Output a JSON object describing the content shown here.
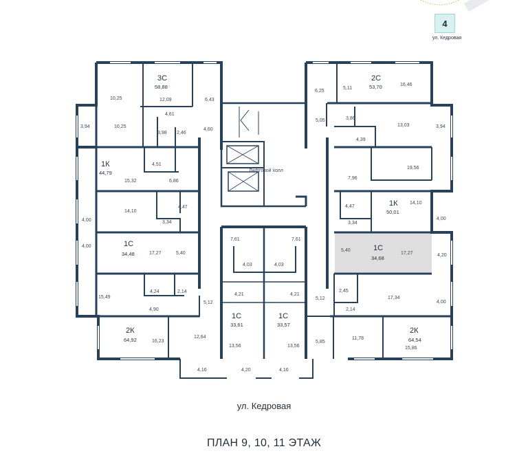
{
  "header": {
    "section_number": "4",
    "street_small": "ул. Кедровая"
  },
  "elevator_hall": "Лифтовой холл",
  "street_label": "ул. Кедровая",
  "title": "ПЛАН 9, 10, 11 ЭТАЖ",
  "apartments": [
    {
      "type": "3С",
      "area": "58,88"
    },
    {
      "type": "2С",
      "area": "53,70"
    },
    {
      "type": "1К",
      "area": "44,79"
    },
    {
      "type": "1К",
      "area": "50,01"
    },
    {
      "type": "1С",
      "area": "34,48"
    },
    {
      "type": "1С",
      "area": "34,68"
    },
    {
      "type": "1С",
      "area": "33,61"
    },
    {
      "type": "1С",
      "area": "33,57"
    },
    {
      "type": "2К",
      "area": "64,92"
    },
    {
      "type": "2К",
      "area": "64,54"
    }
  ],
  "rooms": [
    "10,25",
    "12,09",
    "6,43",
    "6,25",
    "5,11",
    "16,46",
    "3,94",
    "10,25",
    "4,61",
    "3,98",
    "2,46",
    "4,60",
    "5,05",
    "3,86",
    "13,03",
    "3,94",
    "4,39",
    "4,51",
    "15,32",
    "6,86",
    "7,96",
    "19,56",
    "14,10",
    "4,47",
    "4,00",
    "3,34",
    "4,47",
    "3,34",
    "14,10",
    "4,00",
    "4,00",
    "17,27",
    "5,40",
    "7,61",
    "7,61",
    "4,03",
    "4,03",
    "5,40",
    "17,27",
    "4,20",
    "15,49",
    "4,24",
    "2,14",
    "4,21",
    "4,21",
    "2,45",
    "17,34",
    "4,00",
    "4,90",
    "5,12",
    "5,12",
    "2,14",
    "16,23",
    "12,64",
    "13,56",
    "13,56",
    "5,85",
    "11,78",
    "15,86",
    "4,16",
    "4,20",
    "4,16"
  ],
  "colors": {
    "wall": "#27415a",
    "highlight": "#dedede",
    "accent": "#9fd8d2"
  }
}
